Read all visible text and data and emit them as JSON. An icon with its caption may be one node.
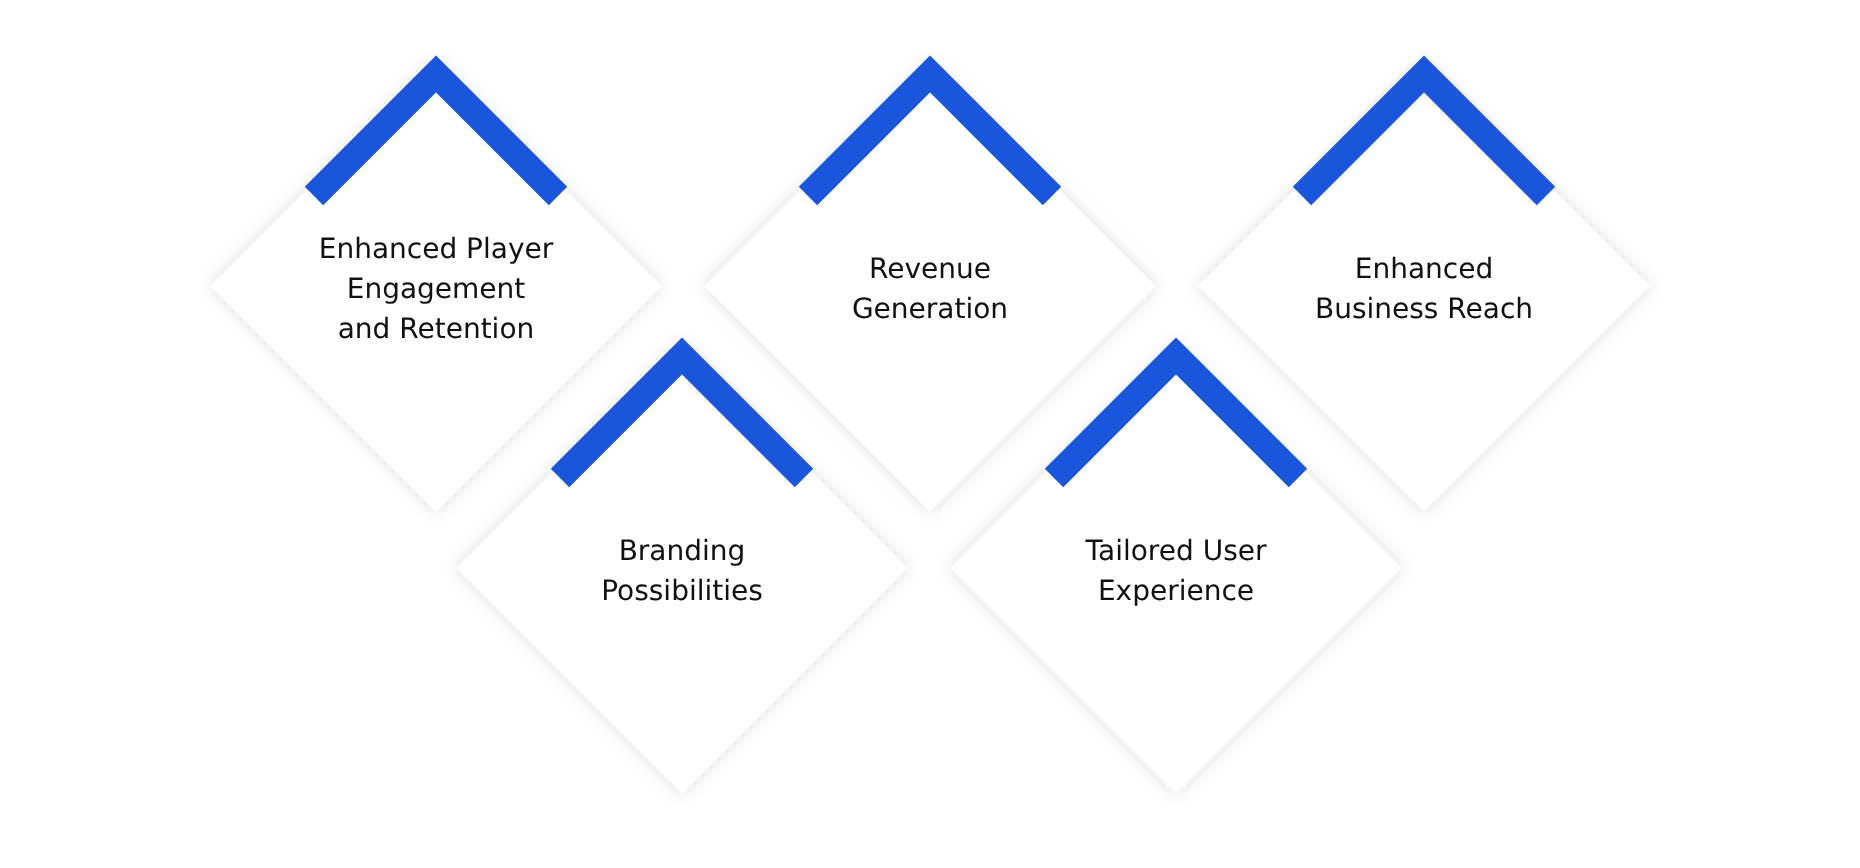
{
  "diagram": {
    "nodes": [
      {
        "text": [
          "Enhanced Player Engagement and Retention"
        ]
      },
      {
        "text": [
          "Revenue Generation"
        ]
      },
      {
        "text": [
          "Enhanced Business Reach"
        ]
      },
      {
        "text": [
          "Branding Possibilities"
        ]
      },
      {
        "text": [
          "Tailored User Experience"
        ]
      }
    ]
  }
}
